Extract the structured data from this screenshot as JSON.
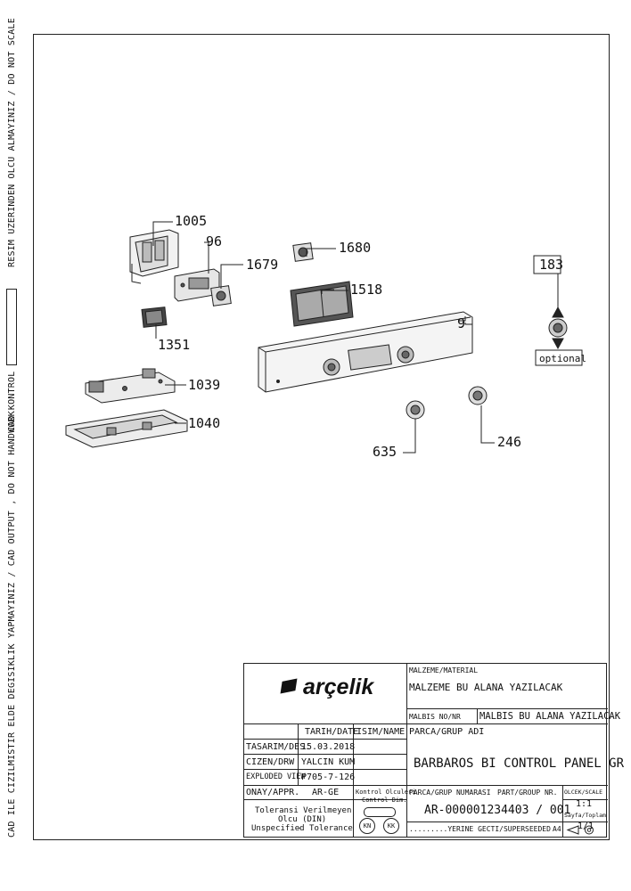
{
  "side_notes": {
    "do_not_scale": "RESIM UZERINDEN OLCU ALMAYINIZ / DO NOT SCALE",
    "cad_kontrol": "CAD KONTROL",
    "do_not_handwork": "CAD ILE CIZILMISTIR ELDE DEGISIKLIK YAPMAYINIZ / CAD OUTPUT , DO NOT HANDWORK"
  },
  "callouts": {
    "p1005": "1005",
    "p96": "96",
    "p1679": "1679",
    "p1680": "1680",
    "p9": "9",
    "p183": "183",
    "p1518": "1518",
    "p1351": "1351",
    "p1039": "1039",
    "p1040": "1040",
    "p635": "635",
    "p246": "246",
    "optional": "optional"
  },
  "title_block": {
    "logo": "arçelik",
    "material_label": "MALZEME/MATERIAL",
    "material_value": "MALZEME BU ALANA YAZILACAK",
    "malbis_label": "MALBIS NO/NR",
    "malbis_value": "MALBIS BU ALANA YAZILACAK",
    "date_header": "TARIH/DATE",
    "name_header": "ISIM/NAME",
    "part_name_label": "PARCA/GRUP ADI",
    "part_name_value": "BARBAROS BI CONTROL PANEL GR",
    "rows": [
      {
        "label": "TASARIM/DES.",
        "value": "15.03.2018"
      },
      {
        "label": "CIZEN/DRW",
        "value": "YALCIN KUM"
      },
      {
        "label": "EXPLODED VIEW",
        "value": "P705-7-126"
      },
      {
        "label": "ONAY/APPR.",
        "value": "AR-GE"
      }
    ],
    "part_group_label": "PARCA/GRUP NUMARASI",
    "part_group_label_en": "PART/GROUP NR.",
    "part_number": "AR-000001234403 / 001",
    "scale_label": "OLCEK/SCALE",
    "scale_value": "1:1",
    "sheet_label": "Sayfa/Toplam",
    "sheet_value": "1/1",
    "tolerance_l1": "Toleransi Verilmeyen",
    "tolerance_l2": "Olcu (DIN)",
    "tolerance_l3": "Unspecified Tolerance",
    "tolerance_dash": "-",
    "control_l1": "Kontrol Olculeri",
    "control_l2": "Control Dim.",
    "kn": "KN",
    "kk": "KK",
    "superseded": ".........YERINE GECTI/SUPERSEEDED",
    "paper": "A4"
  }
}
